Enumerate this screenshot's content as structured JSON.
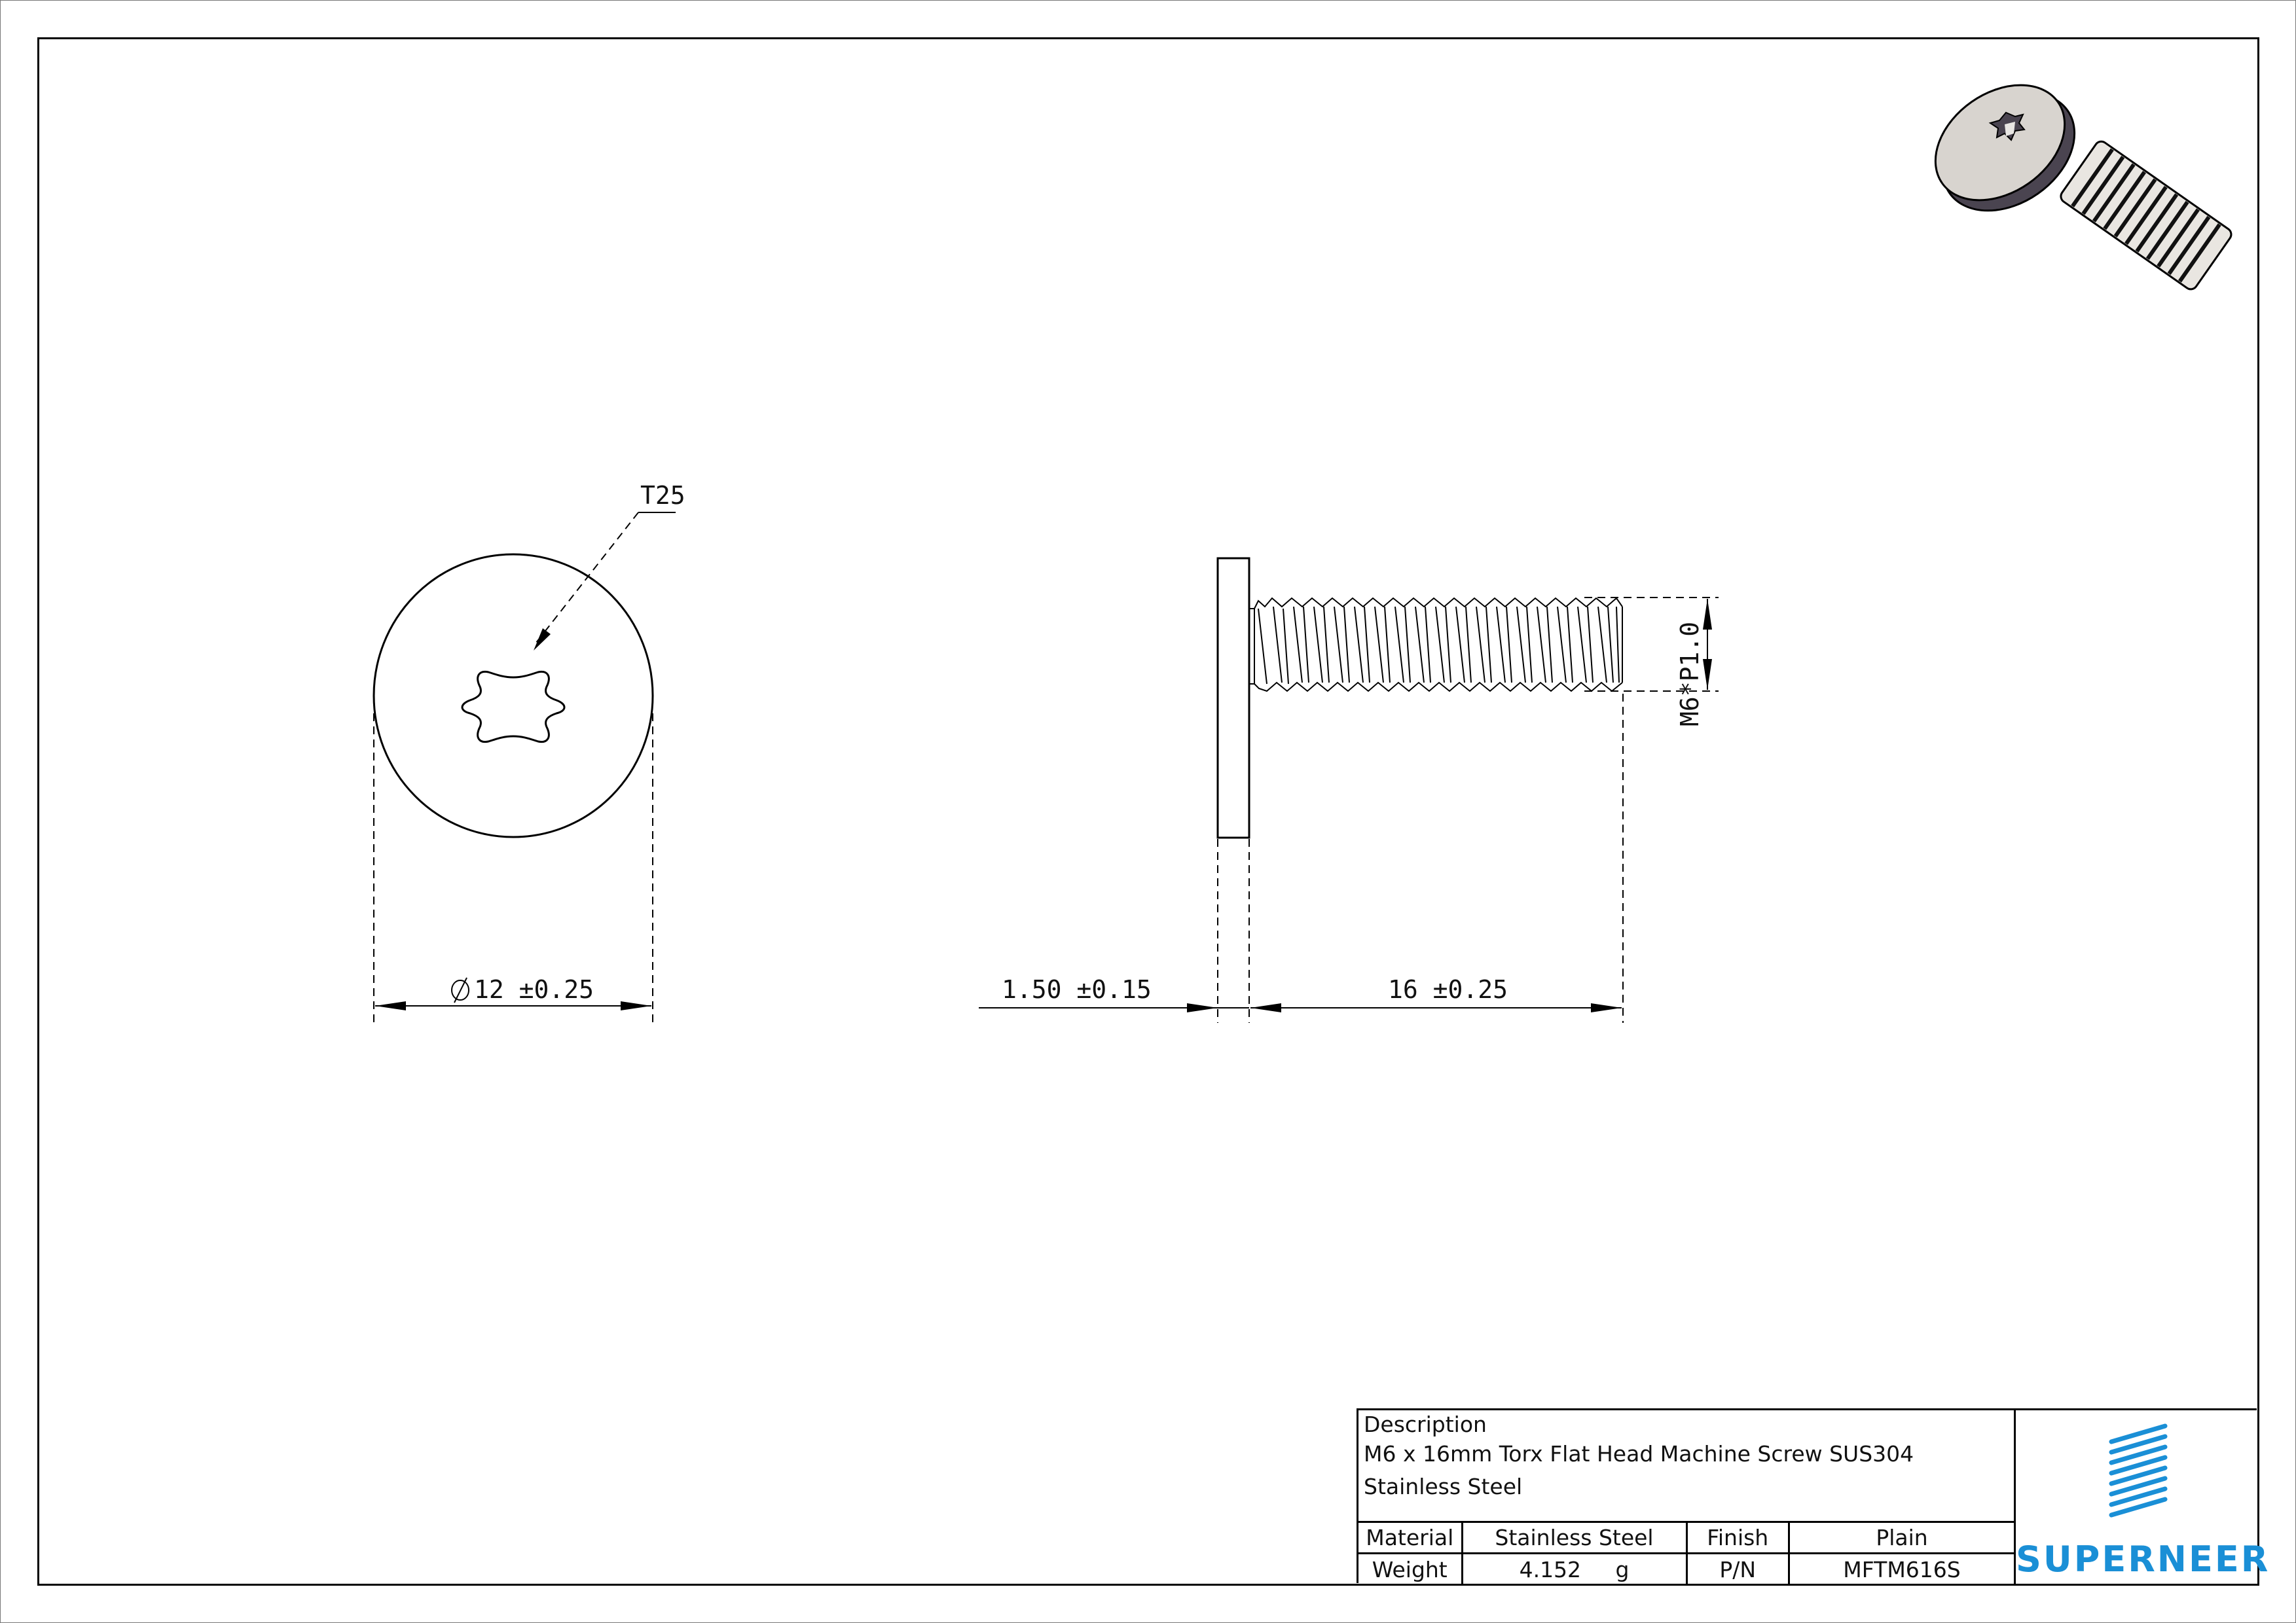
{
  "drawing": {
    "views": {
      "front_view": {
        "drive_callout": "T25",
        "diameter_dimension": {
          "symbol": "diameter-icon",
          "nominal": "12",
          "tolerance": "±0.25",
          "label": "⌀12 ±0.25"
        }
      },
      "side_view": {
        "head_thickness_dimension": {
          "nominal": "1.50",
          "tolerance": "±0.15",
          "label": "1.50 ±0.15"
        },
        "length_dimension": {
          "nominal": "16",
          "tolerance": "±0.25",
          "label": "16 ±0.25"
        },
        "thread_callout": "M6*P1.0"
      },
      "isometric_view": {
        "icon": "screw-3d-render-icon"
      }
    }
  },
  "title_block": {
    "description_label": "Description",
    "description_value": "M6 x 16mm Torx Flat Head Machine Screw SUS304 Stainless Steel",
    "rows": [
      {
        "label": "Material",
        "value": "Stainless Steel",
        "label2": "Finish",
        "value2": "Plain"
      },
      {
        "label": "Weight",
        "value": "4.152     g",
        "label2": "P/N",
        "value2": "MFTM616S"
      }
    ],
    "logo": {
      "text": "SUPERNEER",
      "icon": "superneer-stripes-logo-icon",
      "color": "#1a8fd6"
    }
  }
}
